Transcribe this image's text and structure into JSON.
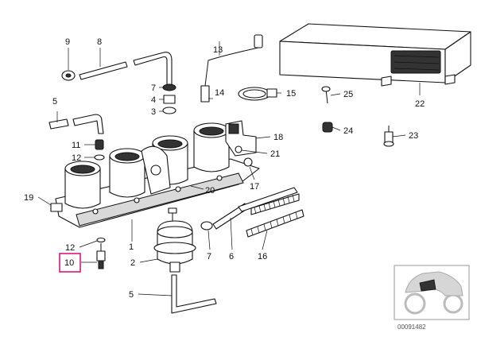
{
  "diagram": {
    "callouts": {
      "c9": "9",
      "c8": "8",
      "c13": "13",
      "c7a": "7",
      "c4": "4",
      "c3": "3",
      "c14": "14",
      "c15": "15",
      "c5a": "5",
      "c11": "11",
      "c12a": "12",
      "c18": "18",
      "c21": "21",
      "c19": "19",
      "c20": "20",
      "c17": "17",
      "c1": "1",
      "c12b": "12",
      "c10": "10",
      "c2": "2",
      "c7b": "7",
      "c6": "6",
      "c16": "16",
      "c5b": "5",
      "c25": "25",
      "c24": "24",
      "c23": "23",
      "c22": "22"
    },
    "highlighted_callout": "10",
    "thumbnail_code": "00091482"
  }
}
